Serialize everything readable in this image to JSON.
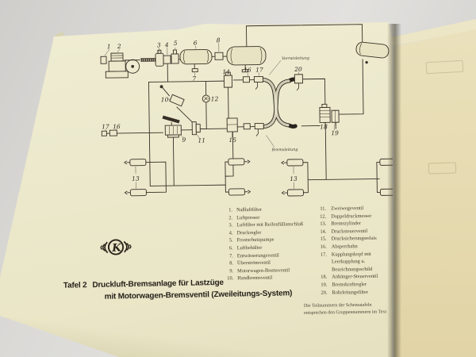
{
  "caption": {
    "label": "Tafel 2",
    "line1": "Druckluft-Bremsanlage für Lastzüge",
    "line2": "mit Motorwagen-Bremsventil (Zweileitungs-System)"
  },
  "note": {
    "line1": "Die Teilnummern der Schematafeln",
    "line2": "entsprechen den Gruppennummern im Text"
  },
  "logo": {
    "letter": "K"
  },
  "diagram": {
    "supply_label": "Vorratsleitung",
    "brake_label": "Bremsleitung",
    "nums": {
      "n1": "1",
      "n2": "2",
      "n3": "3",
      "n4": "4",
      "n5": "5",
      "n6": "6",
      "n7": "7",
      "n8": "8",
      "n9": "9",
      "n10": "10",
      "n11": "11",
      "n12": "12",
      "n13a": "13",
      "n13b": "13",
      "n14": "14",
      "n15": "15",
      "n16l": "16",
      "n17l": "17",
      "n16m": "16",
      "n17m": "17",
      "n18": "18",
      "n19": "19",
      "n20": "20"
    }
  },
  "legend": {
    "left": [
      {
        "num": "1.",
        "text": "Naßluftfilter"
      },
      {
        "num": "2.",
        "text": "Luftpresser"
      },
      {
        "num": "3.",
        "text": "Luftfilter mit Reifenfüllanschluß"
      },
      {
        "num": "4.",
        "text": "Druckregler"
      },
      {
        "num": "5.",
        "text": "Frostschutzpumpe"
      },
      {
        "num": "6.",
        "text": "Luftbehälter"
      },
      {
        "num": "7.",
        "text": "Entwässerungsventil"
      },
      {
        "num": "8.",
        "text": "Überströmventil"
      },
      {
        "num": "9.",
        "text": "Motorwagen-Bremsventil"
      },
      {
        "num": "10.",
        "text": "Handbremsventil"
      }
    ],
    "right": [
      {
        "num": "11.",
        "text": "Zweiwegeventil"
      },
      {
        "num": "12.",
        "text": "Doppeldruckmesser"
      },
      {
        "num": "13.",
        "text": "Bremszylinder"
      },
      {
        "num": "14.",
        "text": "Drucksteuerventil"
      },
      {
        "num": "15.",
        "text": "Drucksicherungsrelais"
      },
      {
        "num": "16.",
        "text": "Absperrhahn"
      },
      {
        "num": "17.",
        "text": "Kupplungskopf mit Leerkupplung u.",
        "text2": "Bezeichnungsschild"
      },
      {
        "num": "18.",
        "text": "Anhänger-Steuerventil"
      },
      {
        "num": "19.",
        "text": "Bremskraftregler"
      },
      {
        "num": "20.",
        "text": "Rohrleitungsfilter"
      }
    ]
  }
}
